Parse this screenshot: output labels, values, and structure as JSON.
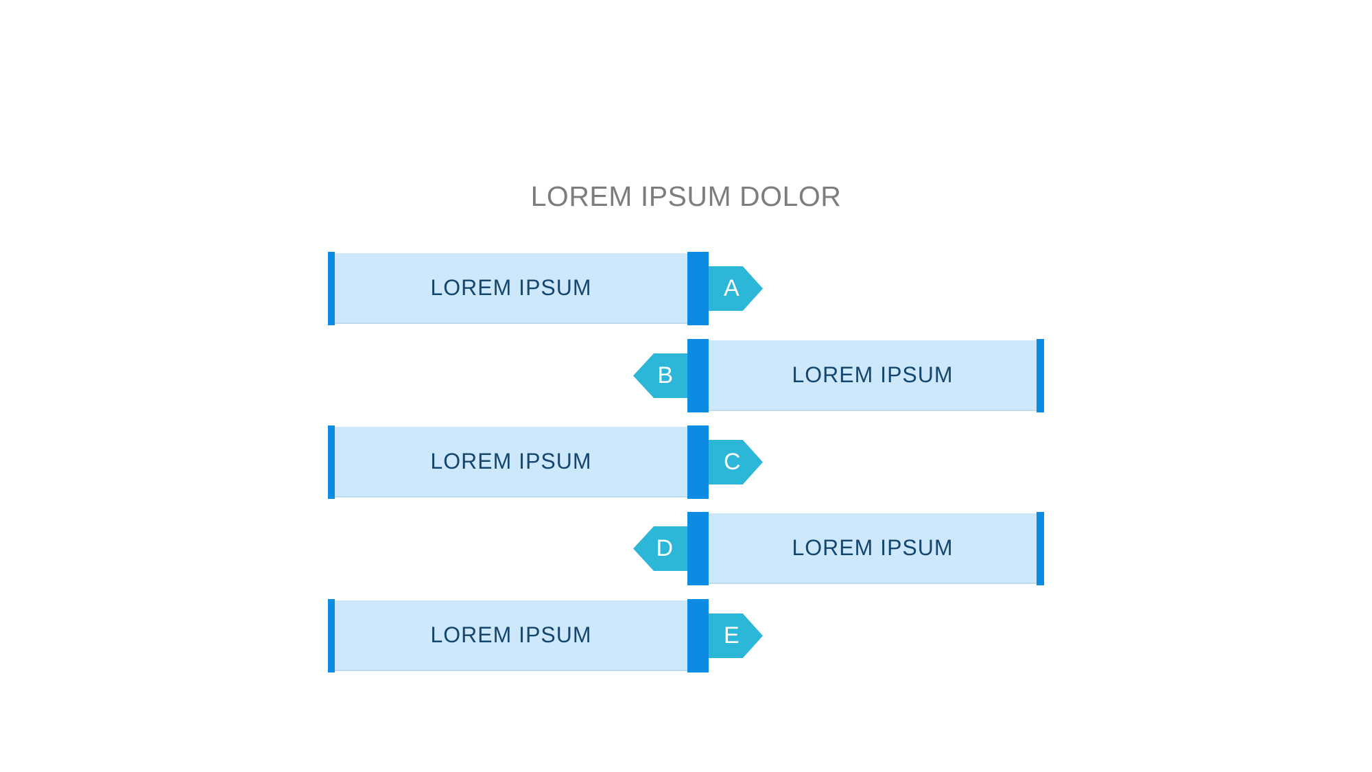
{
  "title": "LOREM IPSUM DOLOR",
  "rows": [
    {
      "letter": "A",
      "label": "LOREM IPSUM",
      "direction": "right"
    },
    {
      "letter": "B",
      "label": "LOREM IPSUM",
      "direction": "left"
    },
    {
      "letter": "C",
      "label": "LOREM IPSUM",
      "direction": "right"
    },
    {
      "letter": "D",
      "label": "LOREM IPSUM",
      "direction": "left"
    },
    {
      "letter": "E",
      "label": "LOREM IPSUM",
      "direction": "right"
    }
  ],
  "colors": {
    "accent-blue": "#0b8ce2",
    "arrow-teal": "#2cb7d8",
    "bar-fill": "#cde8fa",
    "bar-text": "#14466e",
    "title-text": "#7d7d7d",
    "arrow-letter": "#ffffff",
    "background": "#ffffff"
  }
}
